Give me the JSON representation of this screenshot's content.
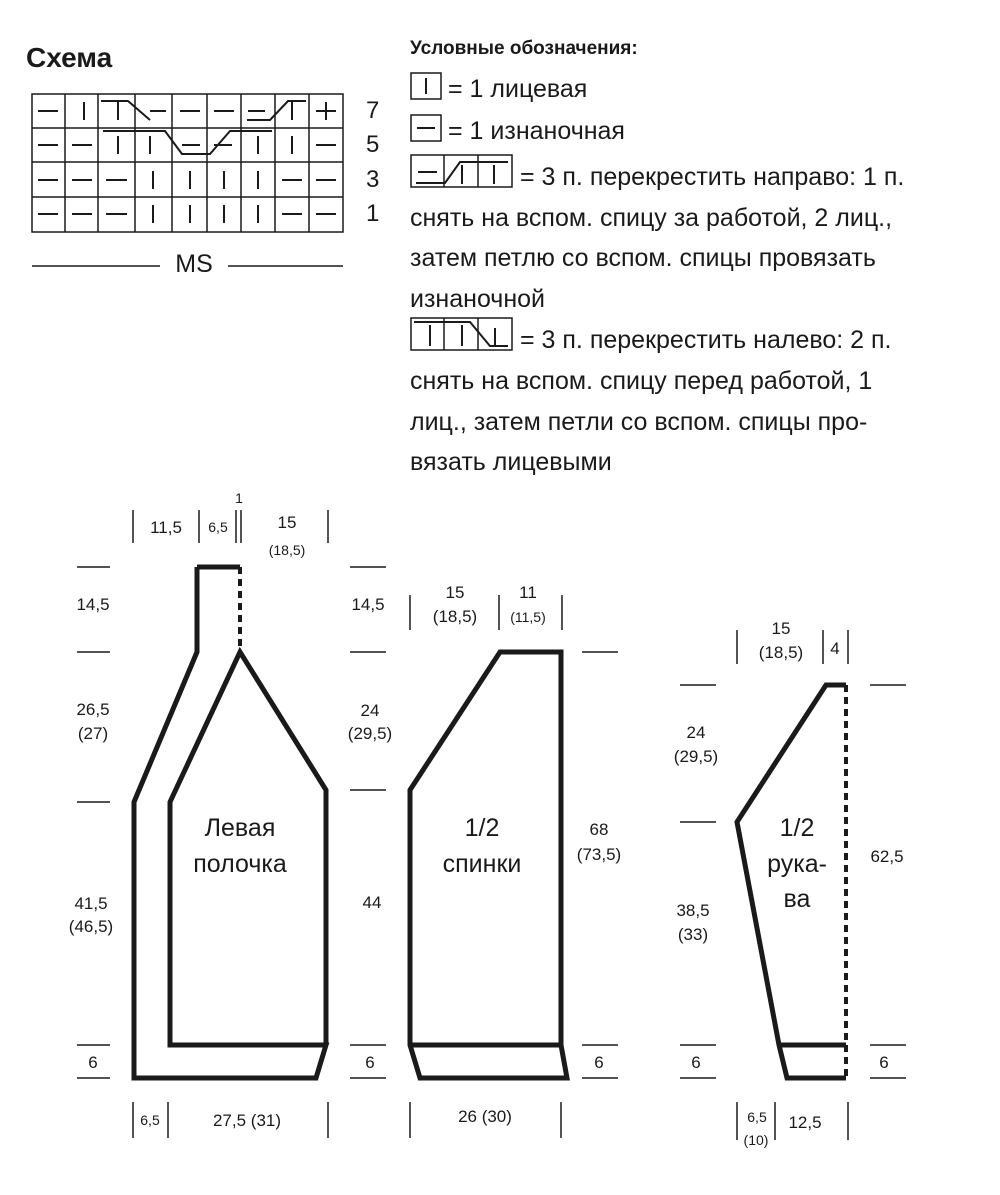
{
  "chart": {
    "title": "Схема",
    "row_numbers": [
      "7",
      "5",
      "3",
      "1"
    ],
    "repeat_label": "MS"
  },
  "legend": {
    "title": "Условные обозначения:",
    "knit": "= 1 лицевая",
    "purl": "= 1 изнаночная",
    "cross_right": [
      "= 3 п. перекрестить направо: 1 п.",
      "снять на вспом. спицу за работой, 2 лиц.,",
      "затем петлю со вспом. спицы провязать",
      "изнаночной"
    ],
    "cross_left": [
      "= 3 п. перекрестить налево: 2 п.",
      "снять на вспом. спицу перед работой, 1",
      "лиц., затем петли со вспом. спицы про-",
      "вязать лицевыми"
    ]
  },
  "front": {
    "label": [
      "Левая",
      "полочка"
    ],
    "top": {
      "a": "11,5",
      "b": "6,5",
      "c": "1",
      "d": "15",
      "d_alt": "(18,5)"
    },
    "left": {
      "collar": "14,5",
      "yoke": "26,5",
      "yoke_alt": "(27)",
      "body": "41,5",
      "body_alt": "(46,5)",
      "rib": "6"
    },
    "bottom": {
      "band": "6,5",
      "width": "27,5  (31)"
    }
  },
  "back": {
    "label": [
      "1/2",
      "спинки"
    ],
    "top": {
      "a": "15",
      "a_alt": "(18,5)",
      "b": "11",
      "b_alt": "(11,5)"
    },
    "left": {
      "collar": "14,5",
      "yoke": "24",
      "yoke_alt": "(29,5)",
      "body": "44",
      "rib": "6"
    },
    "right": {
      "total": "68",
      "total_alt": "(73,5)",
      "rib": "6"
    },
    "bottom": {
      "width": "26  (30)"
    }
  },
  "sleeve": {
    "label": [
      "1/2",
      "рука-",
      "ва"
    ],
    "top": {
      "a": "15",
      "a_alt": "(18,5)",
      "b": "4"
    },
    "left": {
      "cap": "24",
      "cap_alt": "(29,5)",
      "body": "38,5",
      "body_alt": "(33)",
      "rib": "6"
    },
    "right": {
      "total": "62,5",
      "rib": "6"
    },
    "bottom": {
      "a": "6,5",
      "a_alt": "(10)",
      "b": "12,5"
    }
  }
}
